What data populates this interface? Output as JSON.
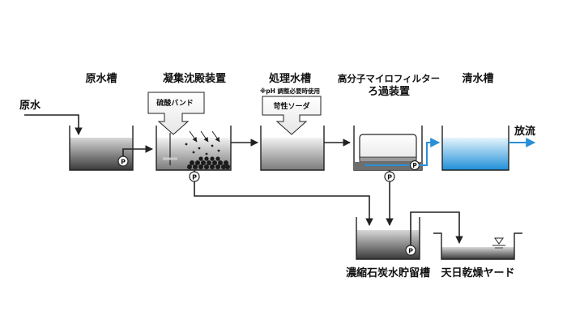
{
  "labels": {
    "raw_water_tank": "原水槽",
    "coagulation": "凝集沈殿装置",
    "treated_tank": "処理水槽",
    "treated_note": "※pH 調整必要時使用",
    "filter_line1": "高分子マイロフィルター",
    "filter_line2": "ろ過装置",
    "clear_tank": "清水槽",
    "raw_water_in": "原水",
    "discharge": "放流",
    "sulfuric_hopper": "硫酸バンド",
    "soda_hopper": "苛性ソーダ",
    "sludge_tank": "濃縮石炭水貯留槽",
    "drying_yard": "天日乾燥ヤード",
    "pump": "P"
  },
  "colors": {
    "line": "#222222",
    "discharge_blue": "#2a8fd6",
    "water_dark": "#3a3a3a",
    "water_light": "#d8d8d8",
    "clear_water_top": "#e6f4fc",
    "clear_water_bottom": "#1f8fd8"
  }
}
